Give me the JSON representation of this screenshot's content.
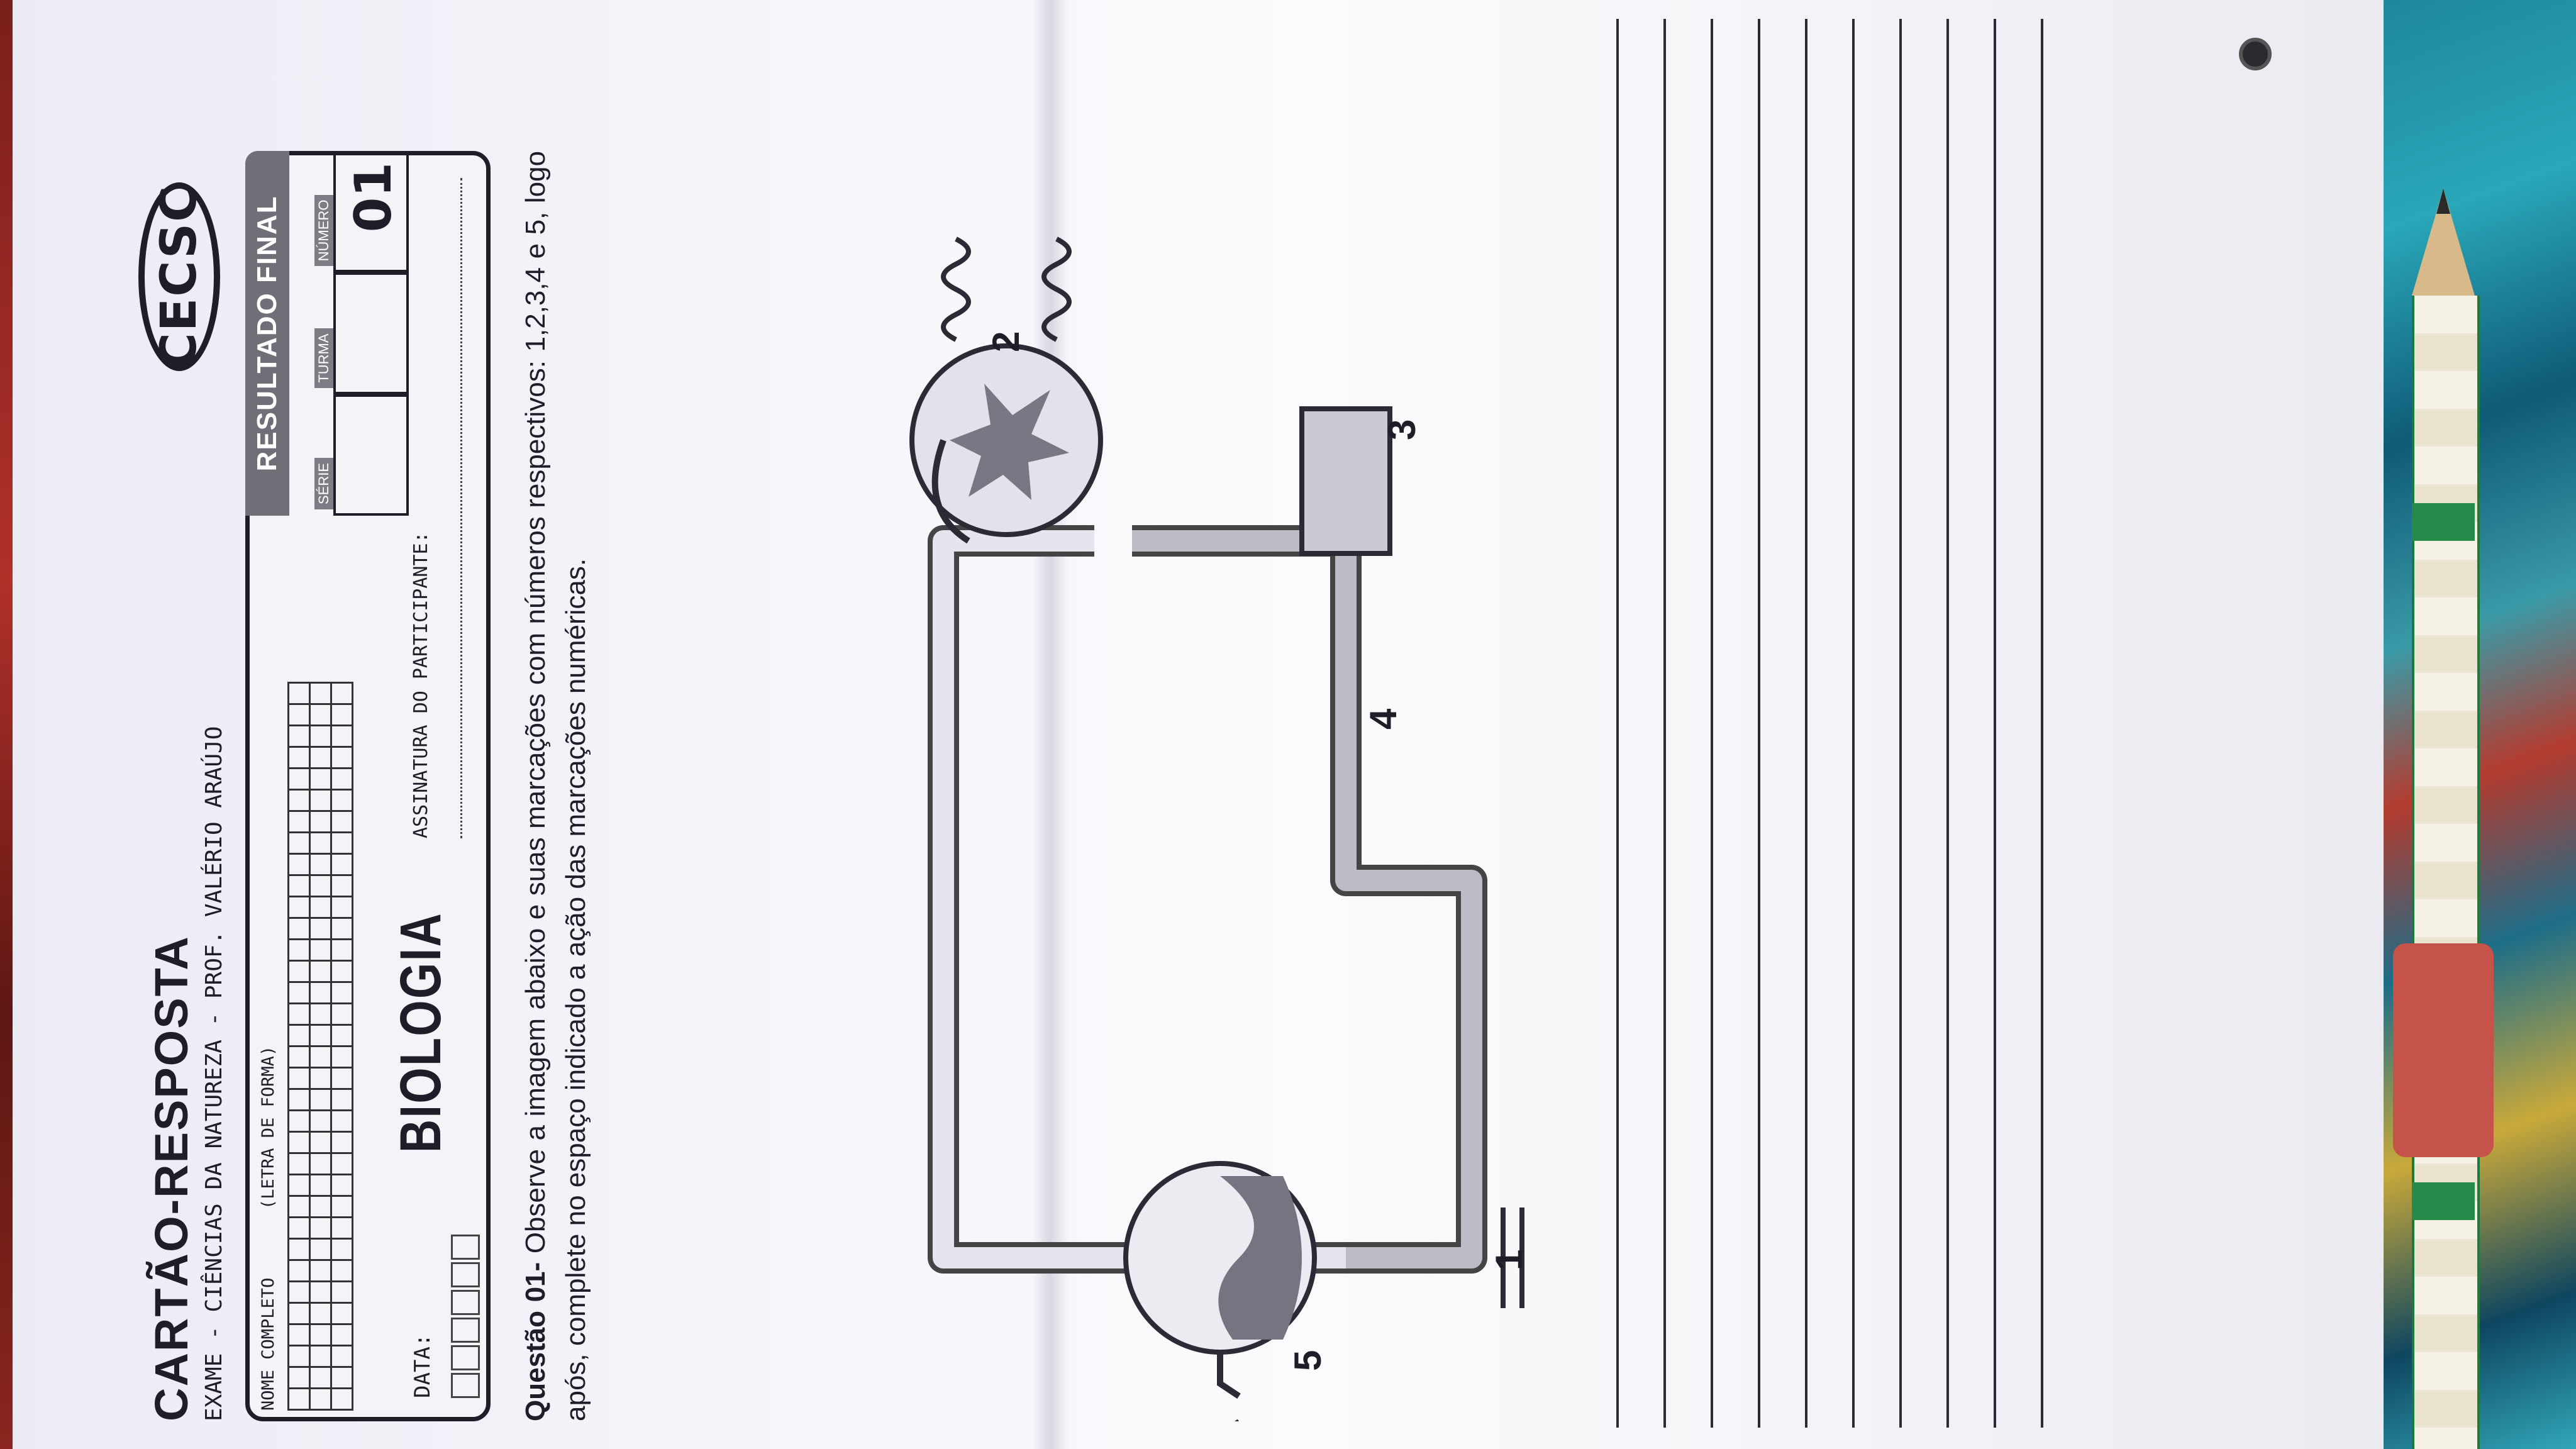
{
  "header": {
    "title": "CARTÃO-RESPOSTA",
    "subtitle": "EXAME - CIÊNCIAS DA NATUREZA - PROF. VALÉRIO ARAÚJO",
    "logo_text": "CECSC"
  },
  "card": {
    "name_label": "NOME COMPLETO",
    "name_hint": "(LETRA DE FORMA)",
    "subject": "BIOLOGIA",
    "date_label": "DATA:",
    "signature_label": "ASSINATURA DO PARTICIPANTE:",
    "result_title": "RESULTADO FINAL",
    "serie_label": "SÉRIE",
    "turma_label": "TURMA",
    "numero_label": "NÚMERO",
    "numero_value": "01"
  },
  "question": {
    "prefix": "Questão 01-",
    "text": " Observe a imagem abaixo e suas marcações com números respectivos: 1,2,3,4 e 5, logo após, complete no espaço indicado a ação das marcações numéricas."
  },
  "diagram": {
    "labels": [
      "1",
      "2",
      "3",
      "4",
      "5"
    ]
  },
  "answer_lines": 10
}
